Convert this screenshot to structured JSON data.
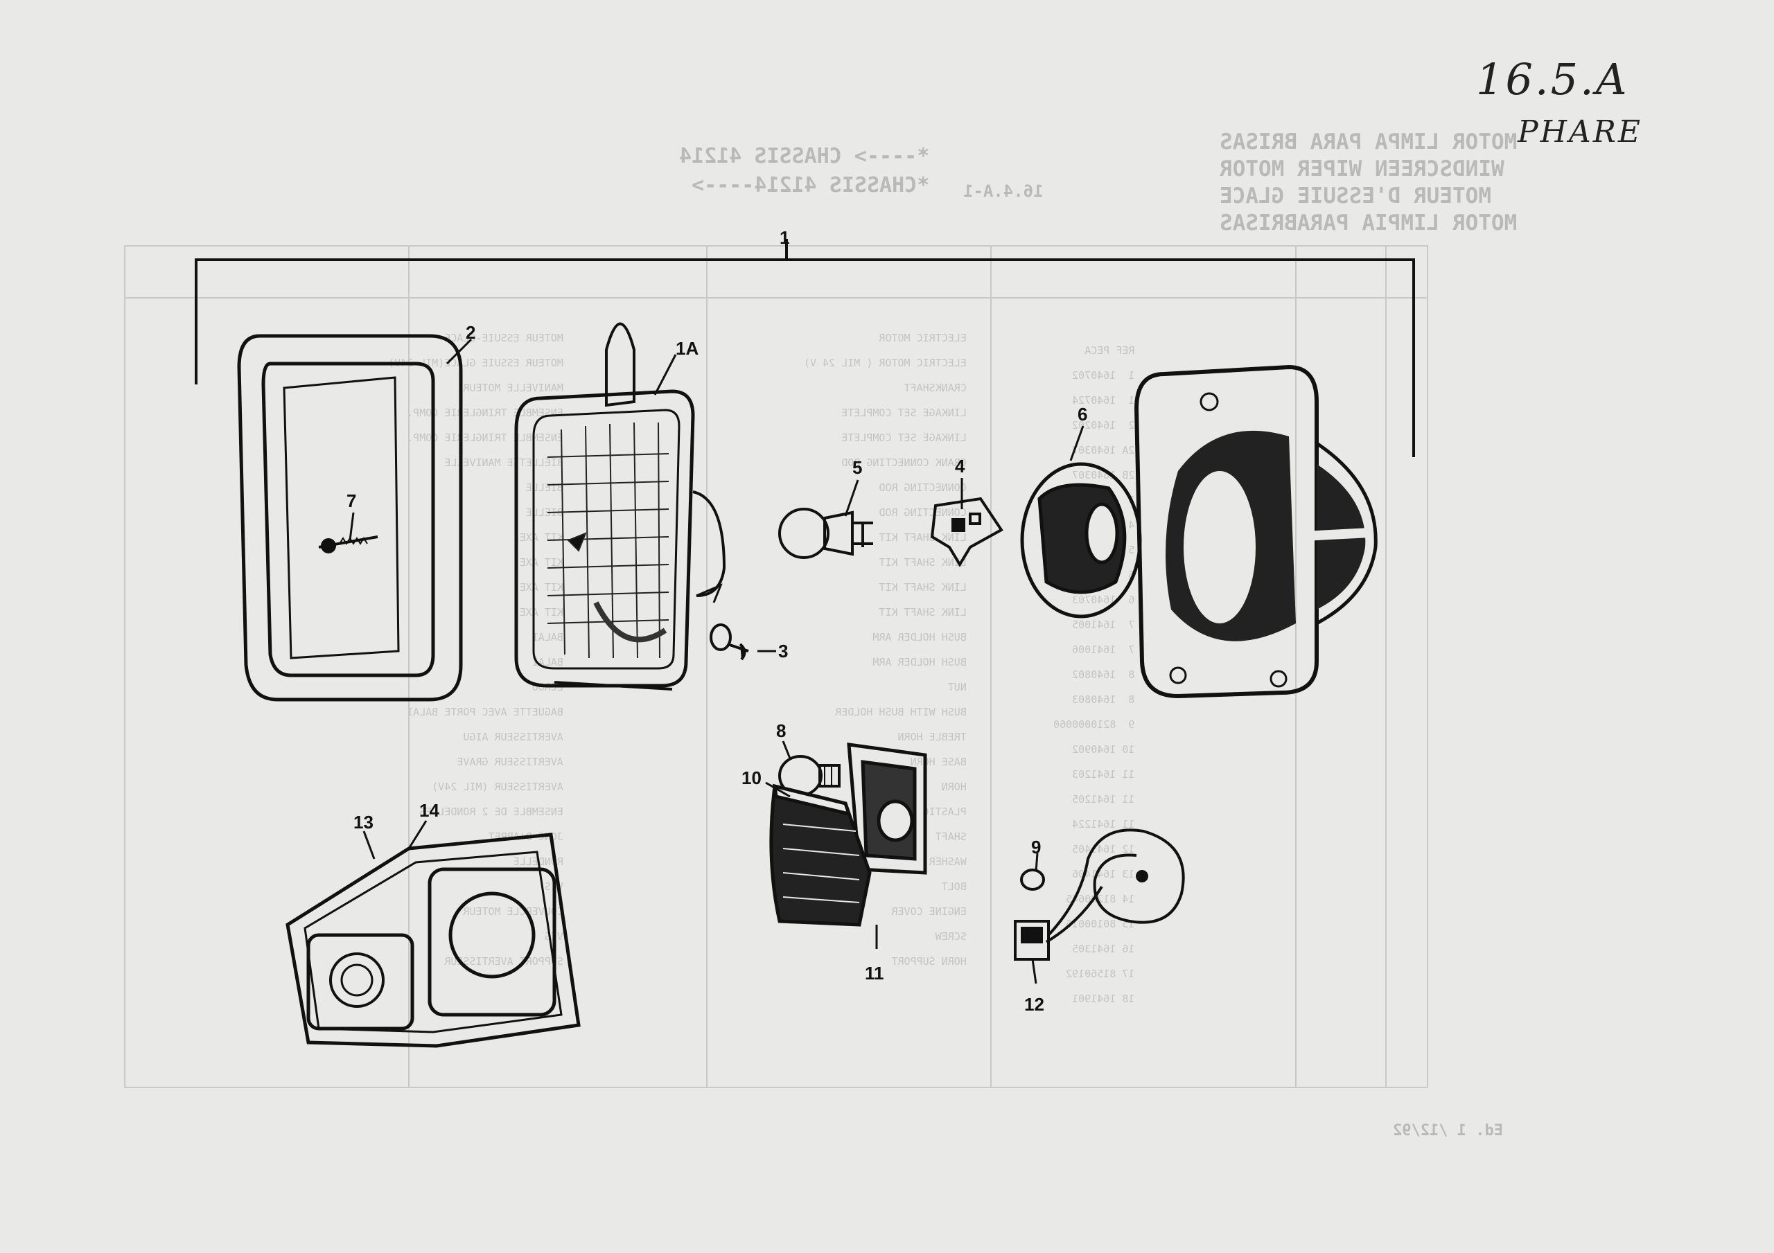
{
  "handwritten": {
    "reference": "16.5.A",
    "title": "PHARE"
  },
  "ghost_text": {
    "title_lines": "MOTOR LIMPA PARA BRISAS\nWINDSCREEN WIPER MOTOR\nMOTEUR D'ESSUIE GLACE\nMOTOR LIMPIA PARABRISAS",
    "chassis_lines": "*----> CHASSIS 41214\n*CHASSIS 41214---->",
    "reference": "16.4.A-1",
    "date": "Ed. 1 /12/92",
    "col_ref": "REF PECA\n1  1640702\n1  1640724\n2  1640202\n2A 1640307\n2B 1640307\n3  1640405\n4  1640502\n5  1640602\n6  1640702\n6  1640703\n7  1641005\n7  1641006\n8  1640802\n8  1640803\n9  8210000060\n10 1640902\n11 1641203\n11 1641205\n11 1641224\n12 1641405\n13 1641406\n14 81200645\n15 80100016\n16 1641305\n17 81560192\n18 1641901",
    "col_en": "ELECTRIC MOTOR\nELECTRIC MOTOR ( MIL 24 V)\nCRANKSHAFT\nLINKAGE SET COMPLETE\nLINKAGE SET COMPLETE\nCRANK CONNECTING ROD\nCONNECTING ROD\nCONNECTING ROD\nLINK SHAFT KIT\nLINK SHAFT KIT\nLINK SHAFT KIT\nLINK SHAFT KIT\nBUSH HOLDER ARM\nBUSH HOLDER ARM\nNUT\nBUSH WITH BUSH HOLDER\nTREBLE HORN\nBASE HORN\nHORN\nPLASTIC\nSHAFT\nWASHER\nBOLT\nENGINE COVER\nSCREW\nHORN SUPPORT",
    "col_fr": "MOTEUR ESSUIE-GLACE\nMOTEUR ESSUIE GLACE(MIL 24V)\nMANIVELLE MOTEUR\nENSEMBLE TRINGLERIE COMP.\nENSEMBLE TRINGLERIE COMP.\nBIELLETTE MANIVELLE\nBIELLE\nBIELLE\nKIT AXE\nKIT AXE\nKIT AXE\nKIT AXE\nBALAI\nBALAI\nECROU\nBAGUETTE AVEC PORTE BALAI\nAVERTISSEUR AIGU\nAVERTISSEUR GRAVE\nAVERTISSEUR (MIL 24V)\nENSEMBLE DE 2 RONDELLES\nJONC D'ARRET\nRONDELLE\nVIS\nCOUVERCLE MOTEUR\nVIS\nSUPPORT AVERTISSEUR"
  },
  "callouts": {
    "c1": "1",
    "c1a": "1A",
    "c2": "2",
    "c3": "3",
    "c4": "4",
    "c5": "5",
    "c6": "6",
    "c7": "7",
    "c8": "8",
    "c9": "9",
    "c10": "10",
    "c11": "11",
    "c12": "12",
    "c13": "13",
    "c14": "14"
  }
}
